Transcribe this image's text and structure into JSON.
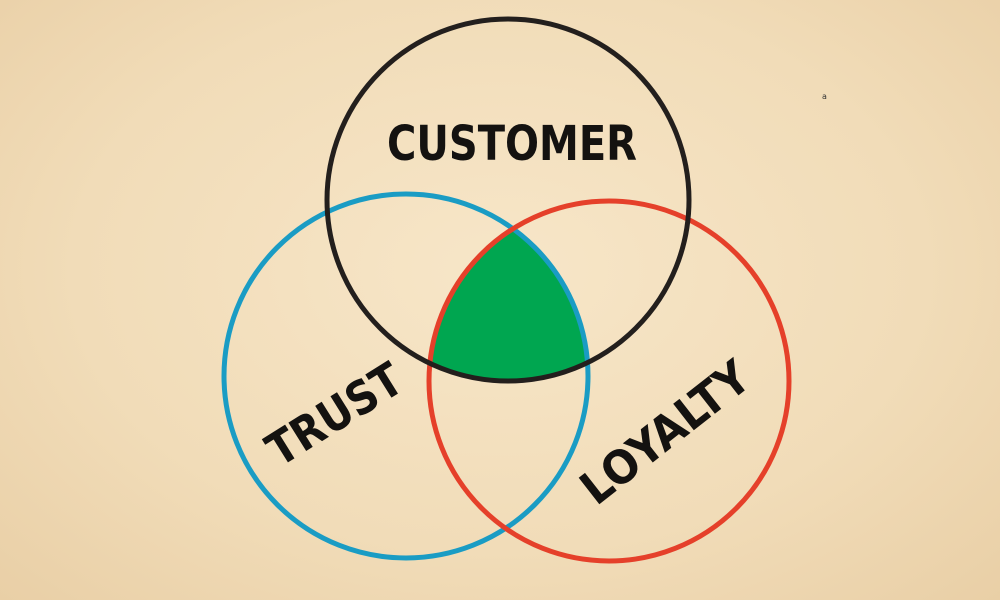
{
  "diagram": {
    "type": "venn",
    "sets": [
      {
        "label": "CUSTOMER",
        "color": "#231f1d"
      },
      {
        "label": "TRUST",
        "color": "#1a9cc4"
      },
      {
        "label": "LOYALTY",
        "color": "#e5402a"
      }
    ],
    "intersection_color": "#00a650"
  },
  "corner_mark": "a"
}
